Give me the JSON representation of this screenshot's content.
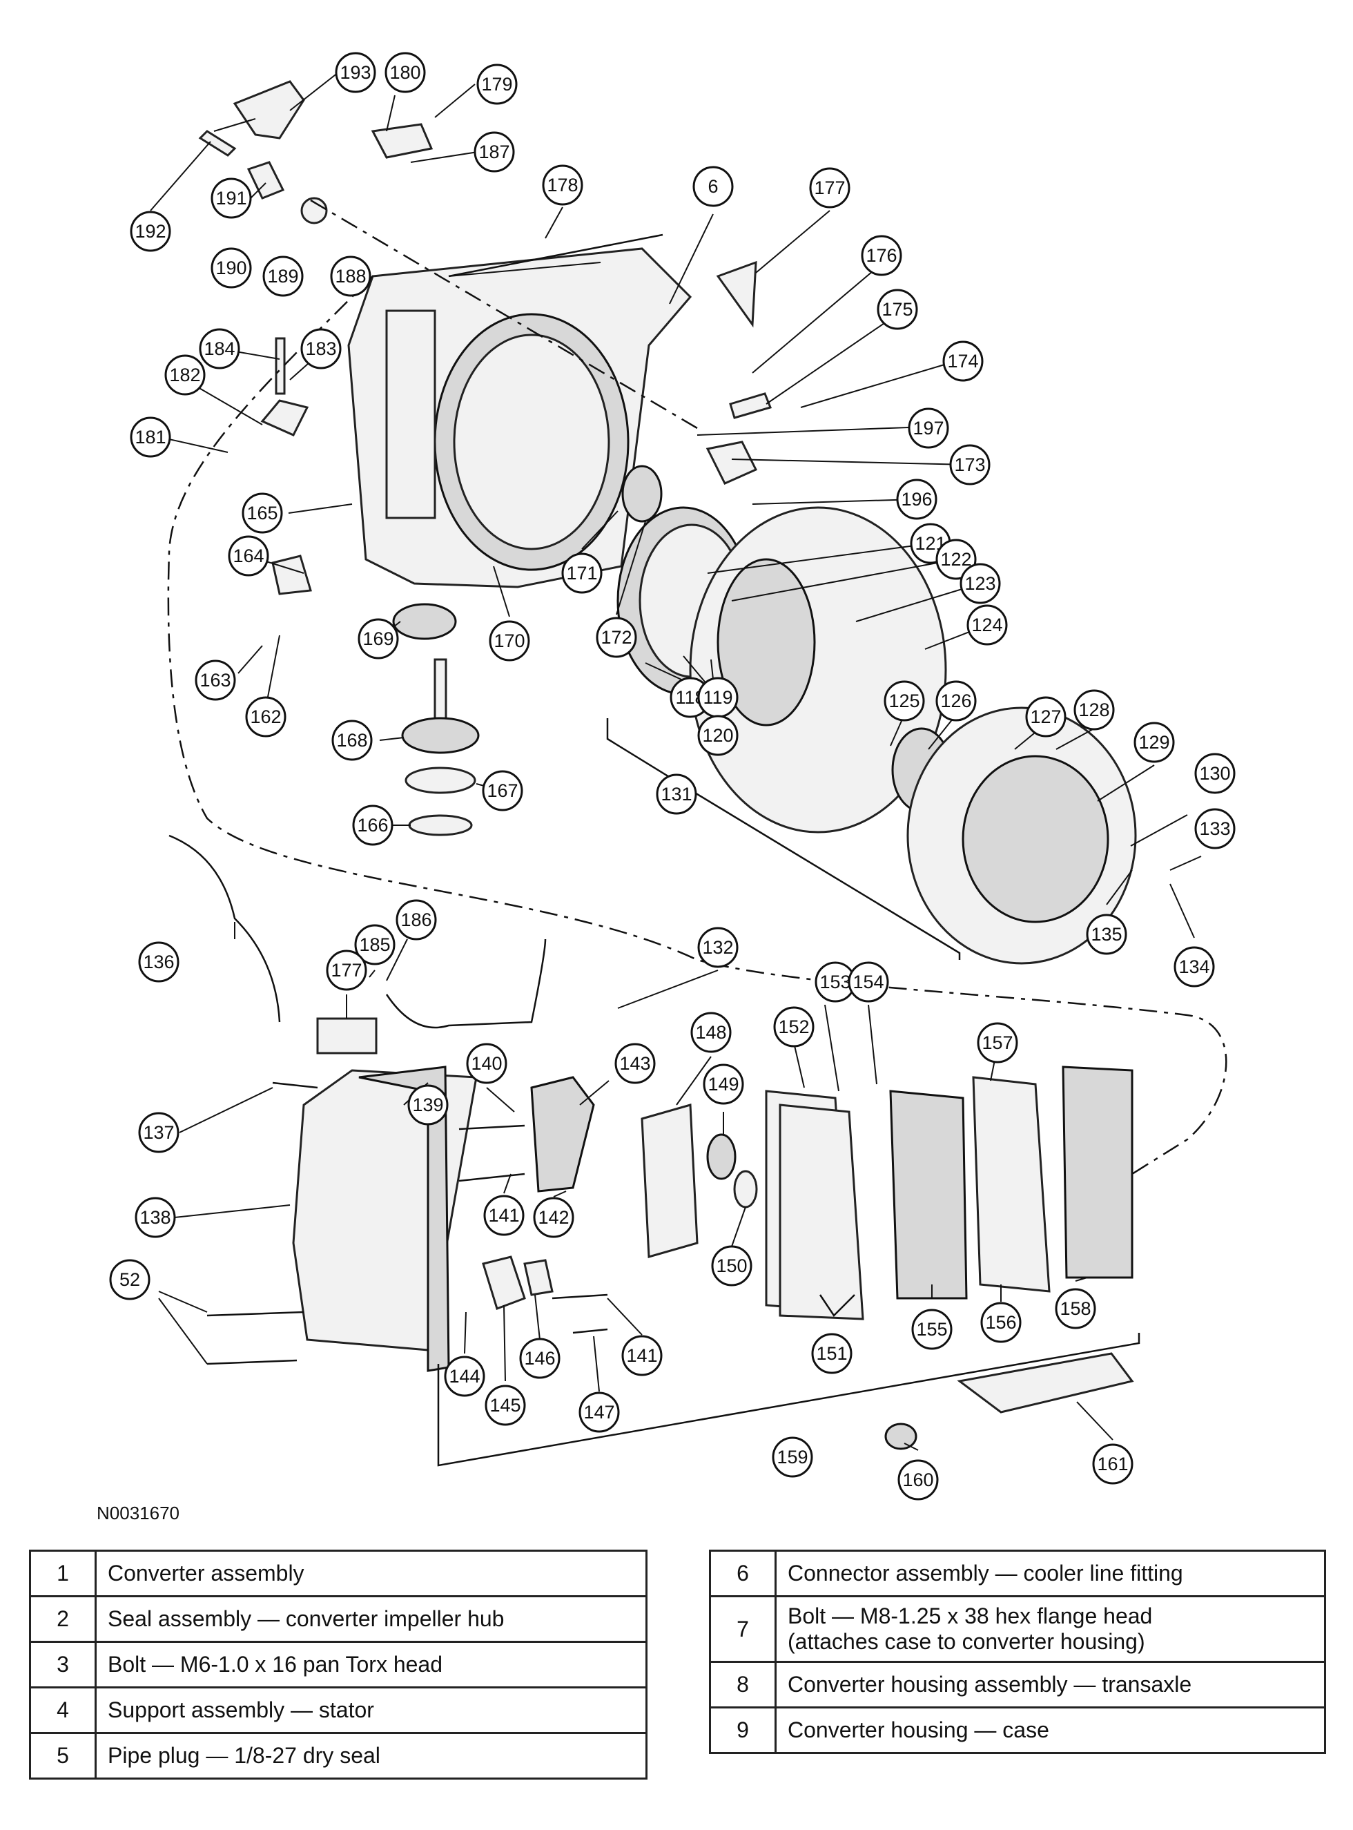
{
  "figure": {
    "drawing_code": "N0031670",
    "callouts": [
      "193",
      "180",
      "179",
      "187",
      "192",
      "191",
      "190",
      "189",
      "188",
      "178",
      "6",
      "177",
      "176",
      "175",
      "174",
      "184",
      "183",
      "182",
      "181",
      "197",
      "173",
      "196",
      "165",
      "121",
      "122",
      "123",
      "124",
      "164",
      "171",
      "170",
      "172",
      "169",
      "118",
      "119",
      "120",
      "163",
      "162",
      "168",
      "125",
      "126",
      "127",
      "128",
      "129",
      "167",
      "131",
      "130",
      "133",
      "166",
      "135",
      "134",
      "136",
      "185",
      "186",
      "132",
      "177",
      "148",
      "139",
      "140",
      "143",
      "149",
      "153",
      "154",
      "152",
      "157",
      "137",
      "138",
      "141",
      "142",
      "150",
      "52",
      "155",
      "156",
      "158",
      "144",
      "145",
      "146",
      "141",
      "151",
      "147",
      "159",
      "160",
      "161"
    ]
  },
  "legend": {
    "left": [
      {
        "num": "1",
        "desc": "Converter assembly"
      },
      {
        "num": "2",
        "desc": "Seal assembly — converter impeller hub"
      },
      {
        "num": "3",
        "desc": "Bolt — M6-1.0 x 16 pan Torx head"
      },
      {
        "num": "4",
        "desc": "Support assembly — stator"
      },
      {
        "num": "5",
        "desc": "Pipe plug — 1/8-27 dry seal"
      }
    ],
    "right": [
      {
        "num": "6",
        "desc": "Connector assembly — cooler line fitting",
        "desc2": ""
      },
      {
        "num": "7",
        "desc": "Bolt — M8-1.25 x 38 hex flange head",
        "desc2": "(attaches case to converter housing)"
      },
      {
        "num": "8",
        "desc": "Converter housing assembly — transaxle",
        "desc2": ""
      },
      {
        "num": "9",
        "desc": "Converter housing — case",
        "desc2": ""
      }
    ]
  }
}
